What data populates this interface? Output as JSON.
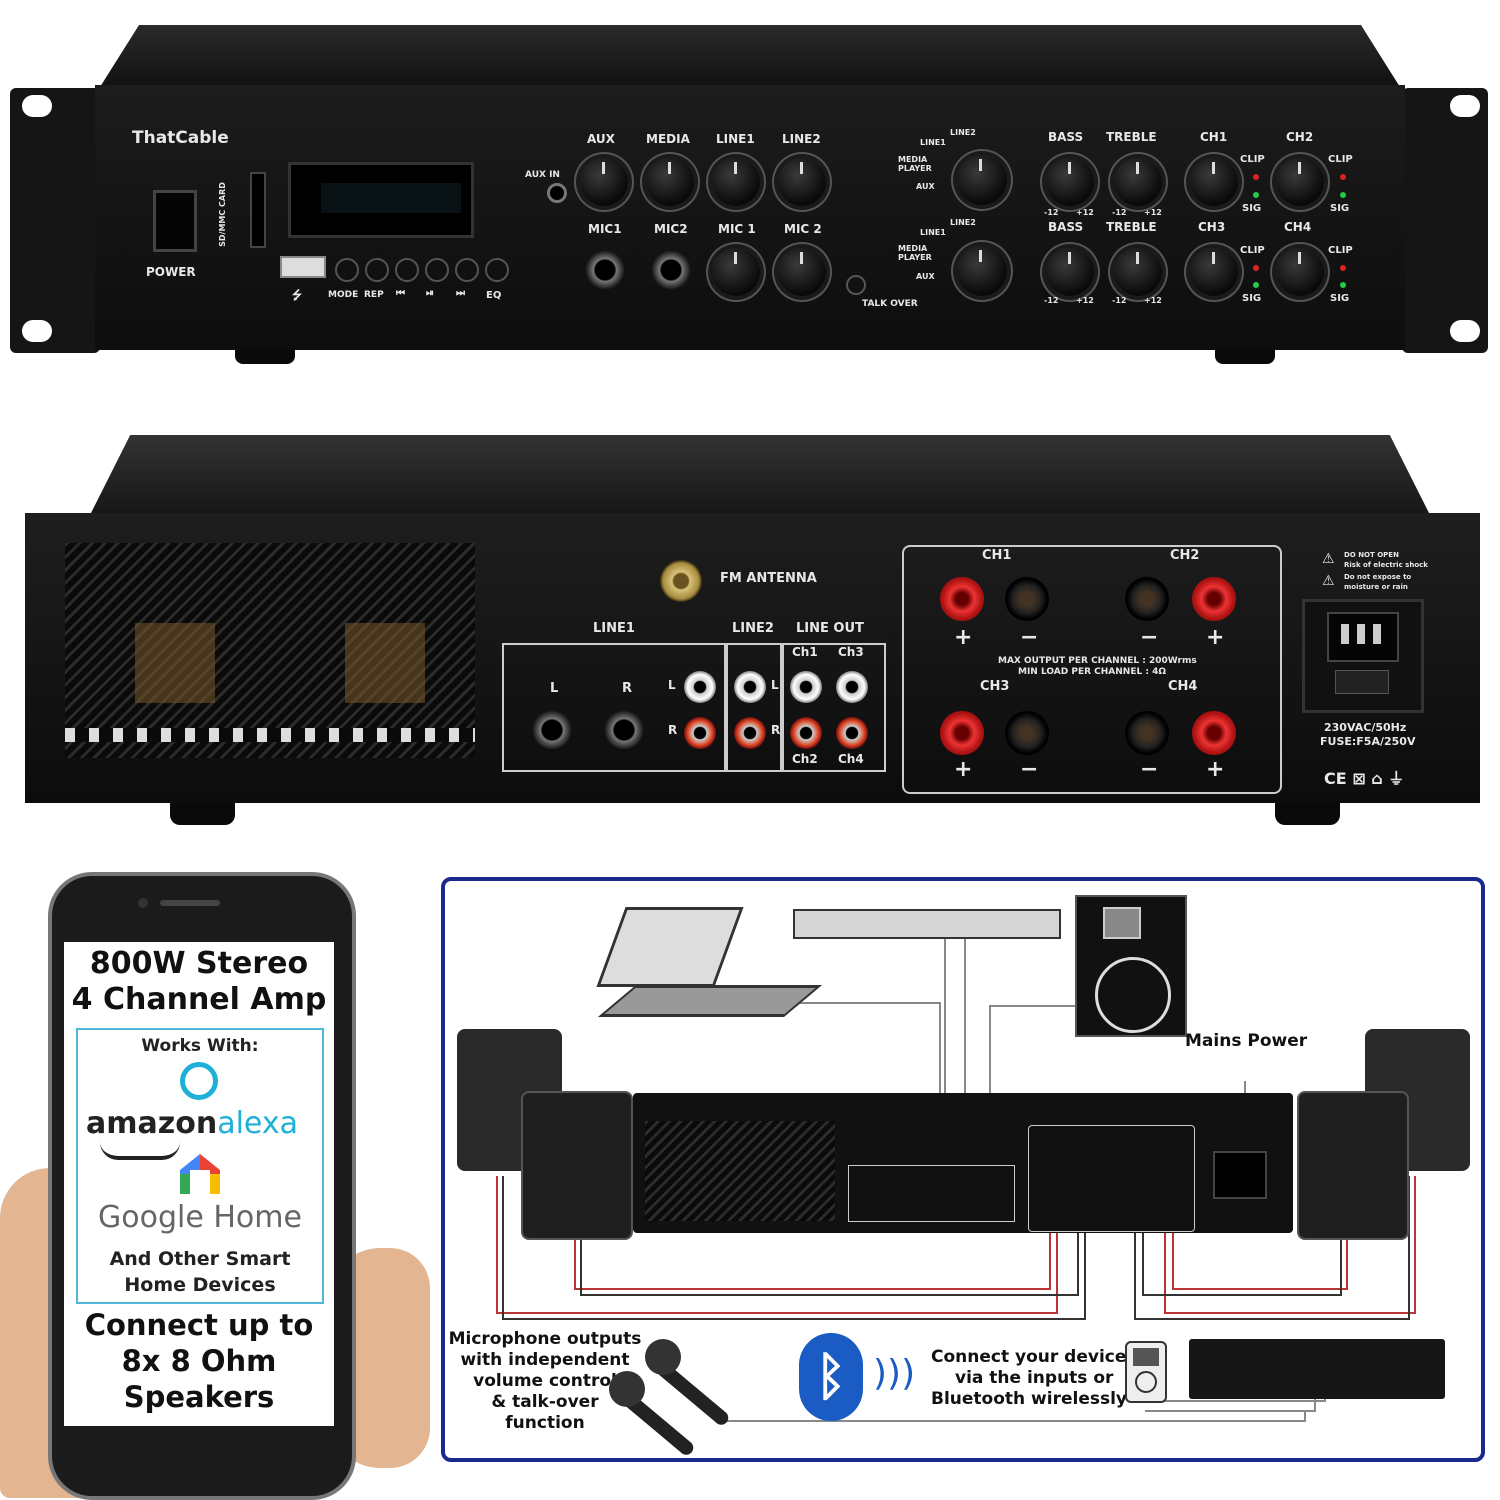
{
  "front": {
    "brand": "ThatCable",
    "power": "POWER",
    "sd_card": "SD/MMC CARD",
    "aux_in": "AUX IN",
    "knob_row1": [
      "AUX",
      "MEDIA",
      "LINE1",
      "LINE2"
    ],
    "knob_row2": [
      "MIC1",
      "MIC2",
      "MIC 1",
      "MIC 2"
    ],
    "button_labels": [
      "MODE",
      "REP",
      "⏮",
      "⏯",
      "⏭",
      "EQ"
    ],
    "talk_over": "TALK OVER",
    "selector_labels": [
      "LINE1",
      "LINE2",
      "MEDIA PLAYER",
      "AUX"
    ],
    "tone_row1": [
      "BASS",
      "TREBLE",
      "CH1",
      "CH2"
    ],
    "tone_row2": [
      "BASS",
      "TREBLE",
      "CH3",
      "CH4"
    ],
    "clip": "CLIP",
    "sig": "SIG",
    "range_lo": "-12",
    "range_hi": "+12"
  },
  "rear": {
    "fm_antenna": "FM ANTENNA",
    "line1": "LINE1",
    "line2": "LINE2",
    "line_out": "LINE OUT",
    "l": "L",
    "r": "R",
    "out_top": [
      "Ch1",
      "Ch3"
    ],
    "out_bottom": [
      "Ch2",
      "Ch4"
    ],
    "ch_top": [
      "CH1",
      "CH2"
    ],
    "ch_bottom": [
      "CH3",
      "CH4"
    ],
    "max_output": "MAX OUTPUT PER CHANNEL : 200Wrms",
    "min_load": "MIN LOAD PER CHANNEL : 4Ω",
    "warning1": "DO NOT OPEN",
    "warning1b": "Risk of electric shock",
    "warning2": "Do not expose to",
    "warning2b": "moisture or rain",
    "mains_spec": "230VAC/50Hz",
    "fuse": "FUSE:F5A/250V",
    "marks": "CE ⊠ ⌂  ⏚"
  },
  "phone": {
    "headline1": "800W Stereo",
    "headline2": "4 Channel Amp",
    "works_with": "Works With:",
    "amazon": "amazon",
    "alexa": "alexa",
    "google": "Google Home",
    "other1": "And Other Smart",
    "other2": "Home Devices",
    "connect1": "Connect up to",
    "connect2": "8x 8 Ohm",
    "connect3": "Speakers"
  },
  "diagram": {
    "mains_power": "Mains Power",
    "mic1": "Microphone outputs",
    "mic2": "with independent",
    "mic3": "volume control",
    "mic4": "& talk-over",
    "mic5": "function",
    "connect1": "Connect your devices",
    "connect2": "via the inputs or",
    "connect3": "Bluetooth wirelessly",
    "border_color": "#1a2a8c"
  }
}
